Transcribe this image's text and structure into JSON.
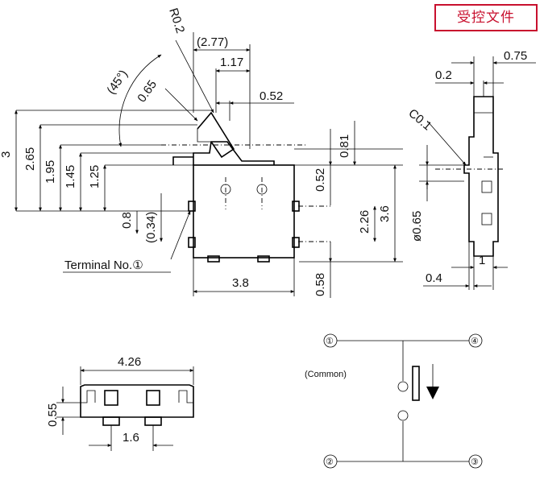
{
  "stamp": {
    "text": "受控文件"
  },
  "dimensions": {
    "radius": "R0.2",
    "width_overall": "(2.77)",
    "lever_offset": "1.17",
    "lever_width": "0.52",
    "lever_length": "0.65",
    "angle": "(45°)",
    "height_total": "3",
    "height_2": "2.65",
    "height_3": "1.95",
    "height_4": "1.45",
    "height_5": "1.25",
    "height_6": "0.8",
    "height_7": "(0.34)",
    "body_width": "3.8",
    "pin_gap": "0.52",
    "pin_offset": "0.81",
    "pin_span": "2.26",
    "body_height": "3.6",
    "pin_bottom": "0.58",
    "side_top": "0.75",
    "side_step": "0.2",
    "chamfer": "C0.1",
    "hole_dia": "ø0.65",
    "side_bottom_1": "1",
    "side_bottom_2": "0.4",
    "bottom_width": "4.26",
    "bottom_height": "0.55",
    "bottom_pitch": "1.6"
  },
  "terminal_label": "Terminal No.①",
  "schematic": {
    "pin1": "①",
    "pin2": "②",
    "pin3": "③",
    "pin4": "④",
    "common_label": "(Common)"
  }
}
